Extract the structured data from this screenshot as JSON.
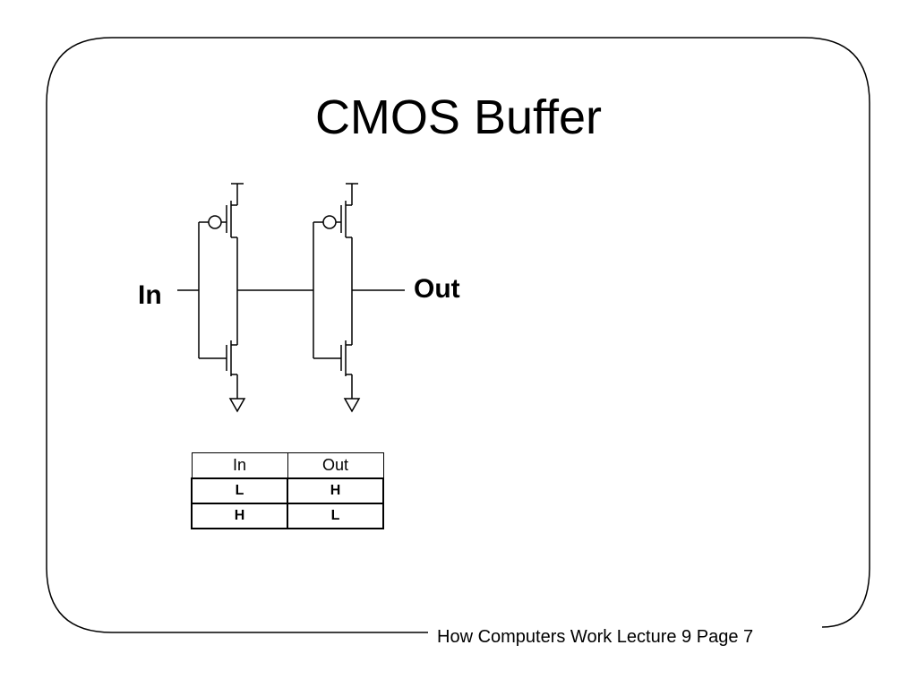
{
  "slide": {
    "title": "CMOS Buffer",
    "footer": "How Computers Work Lecture 9 Page 7"
  },
  "diagram": {
    "input_label": "In",
    "output_label": "Out"
  },
  "truth_table": {
    "headers": [
      "In",
      "Out"
    ],
    "rows": [
      [
        "L",
        "H"
      ],
      [
        "H",
        "L"
      ]
    ]
  }
}
